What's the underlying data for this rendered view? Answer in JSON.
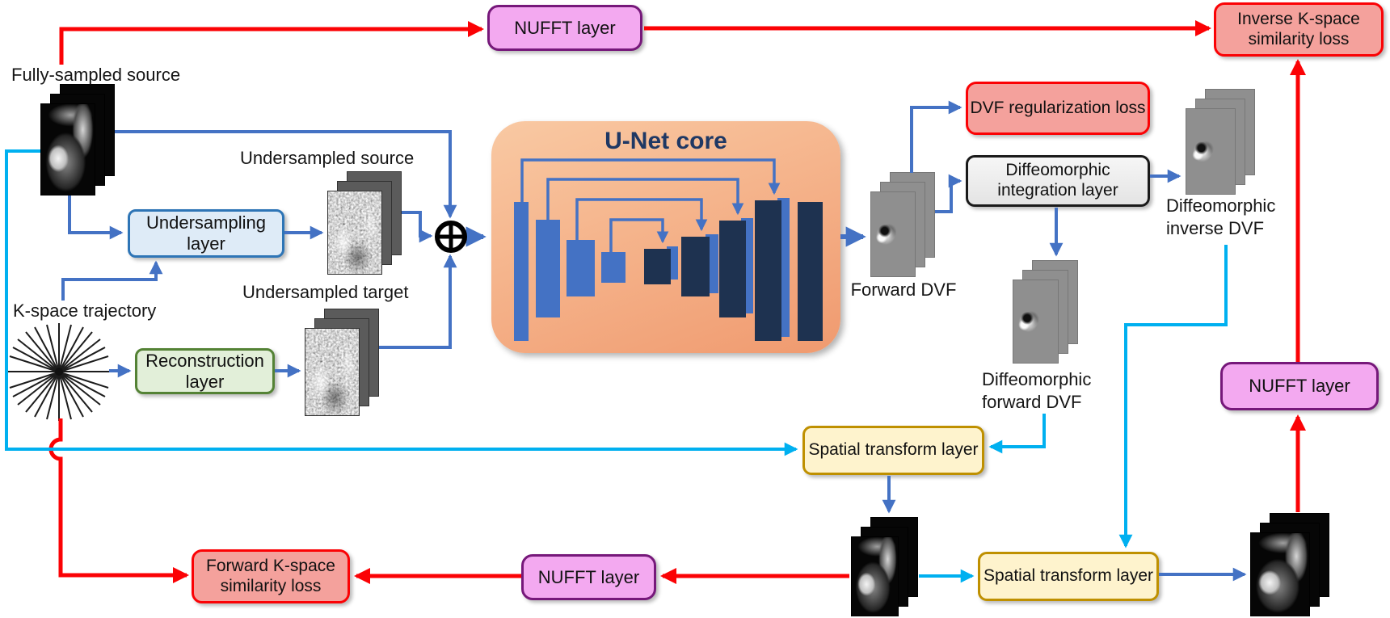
{
  "title_implicit": "Diffeomorphic registration network with NUFFT layers",
  "colors": {
    "blue_arrow": "#4472C4",
    "cyan_arrow": "#00B0F0",
    "red_arrow": "#FB0205",
    "nufft_fill": "#F3A9F0",
    "nufft_border": "#76187A",
    "loss_fill": "#F4A19C",
    "loss_border": "#FB0205",
    "undersampling_fill": "#DEEBF7",
    "undersampling_border": "#2E75B6",
    "reconstruction_fill": "#E2EFD9",
    "reconstruction_border": "#548235",
    "integration_fill": "#EFEFEF",
    "integration_border": "#1A1A1A",
    "stl_fill": "#FEF3CD",
    "stl_border": "#BF9000",
    "unet_fill_top": "#F9C9A3",
    "unet_fill_bottom": "#F09A6F",
    "unet_title_color": "#1F3864",
    "encoder_bar": "#4472C4",
    "decoder_bar": "#1E3250"
  },
  "nodes": {
    "nufft_top": {
      "label": "NUFFT layer"
    },
    "inverse_kspace_loss": {
      "label": "Inverse K-space similarity loss"
    },
    "undersampling_layer": {
      "label": "Undersampling layer"
    },
    "reconstruction_layer": {
      "label": "Reconstruction layer"
    },
    "unet_core": {
      "label": "U-Net core"
    },
    "dvf_regularization_loss": {
      "label": "DVF regularization loss"
    },
    "diffeomorphic_integration_layer": {
      "label": "Diffeomorphic integration layer"
    },
    "spatial_transform_layer_1": {
      "label": "Spatial transform layer"
    },
    "spatial_transform_layer_2": {
      "label": "Spatial transform layer"
    },
    "nufft_right": {
      "label": "NUFFT layer"
    },
    "nufft_bottom": {
      "label": "NUFFT layer"
    },
    "forward_kspace_loss": {
      "label": "Forward K-space similarity loss"
    }
  },
  "labels": {
    "fully_sampled_source": "Fully-sampled source",
    "undersampled_source": "Undersampled source",
    "undersampled_target": "Undersampled target",
    "kspace_trajectory": "K-space trajectory",
    "forward_dvf": "Forward DVF",
    "diffeomorphic_inverse_dvf": "Diffeomorphic inverse DVF",
    "diffeomorphic_forward_dvf": "Diffeomorphic forward DVF"
  },
  "icons": {
    "sum_symbol": "circled-plus",
    "kspace_star": "radial-lines-star"
  }
}
